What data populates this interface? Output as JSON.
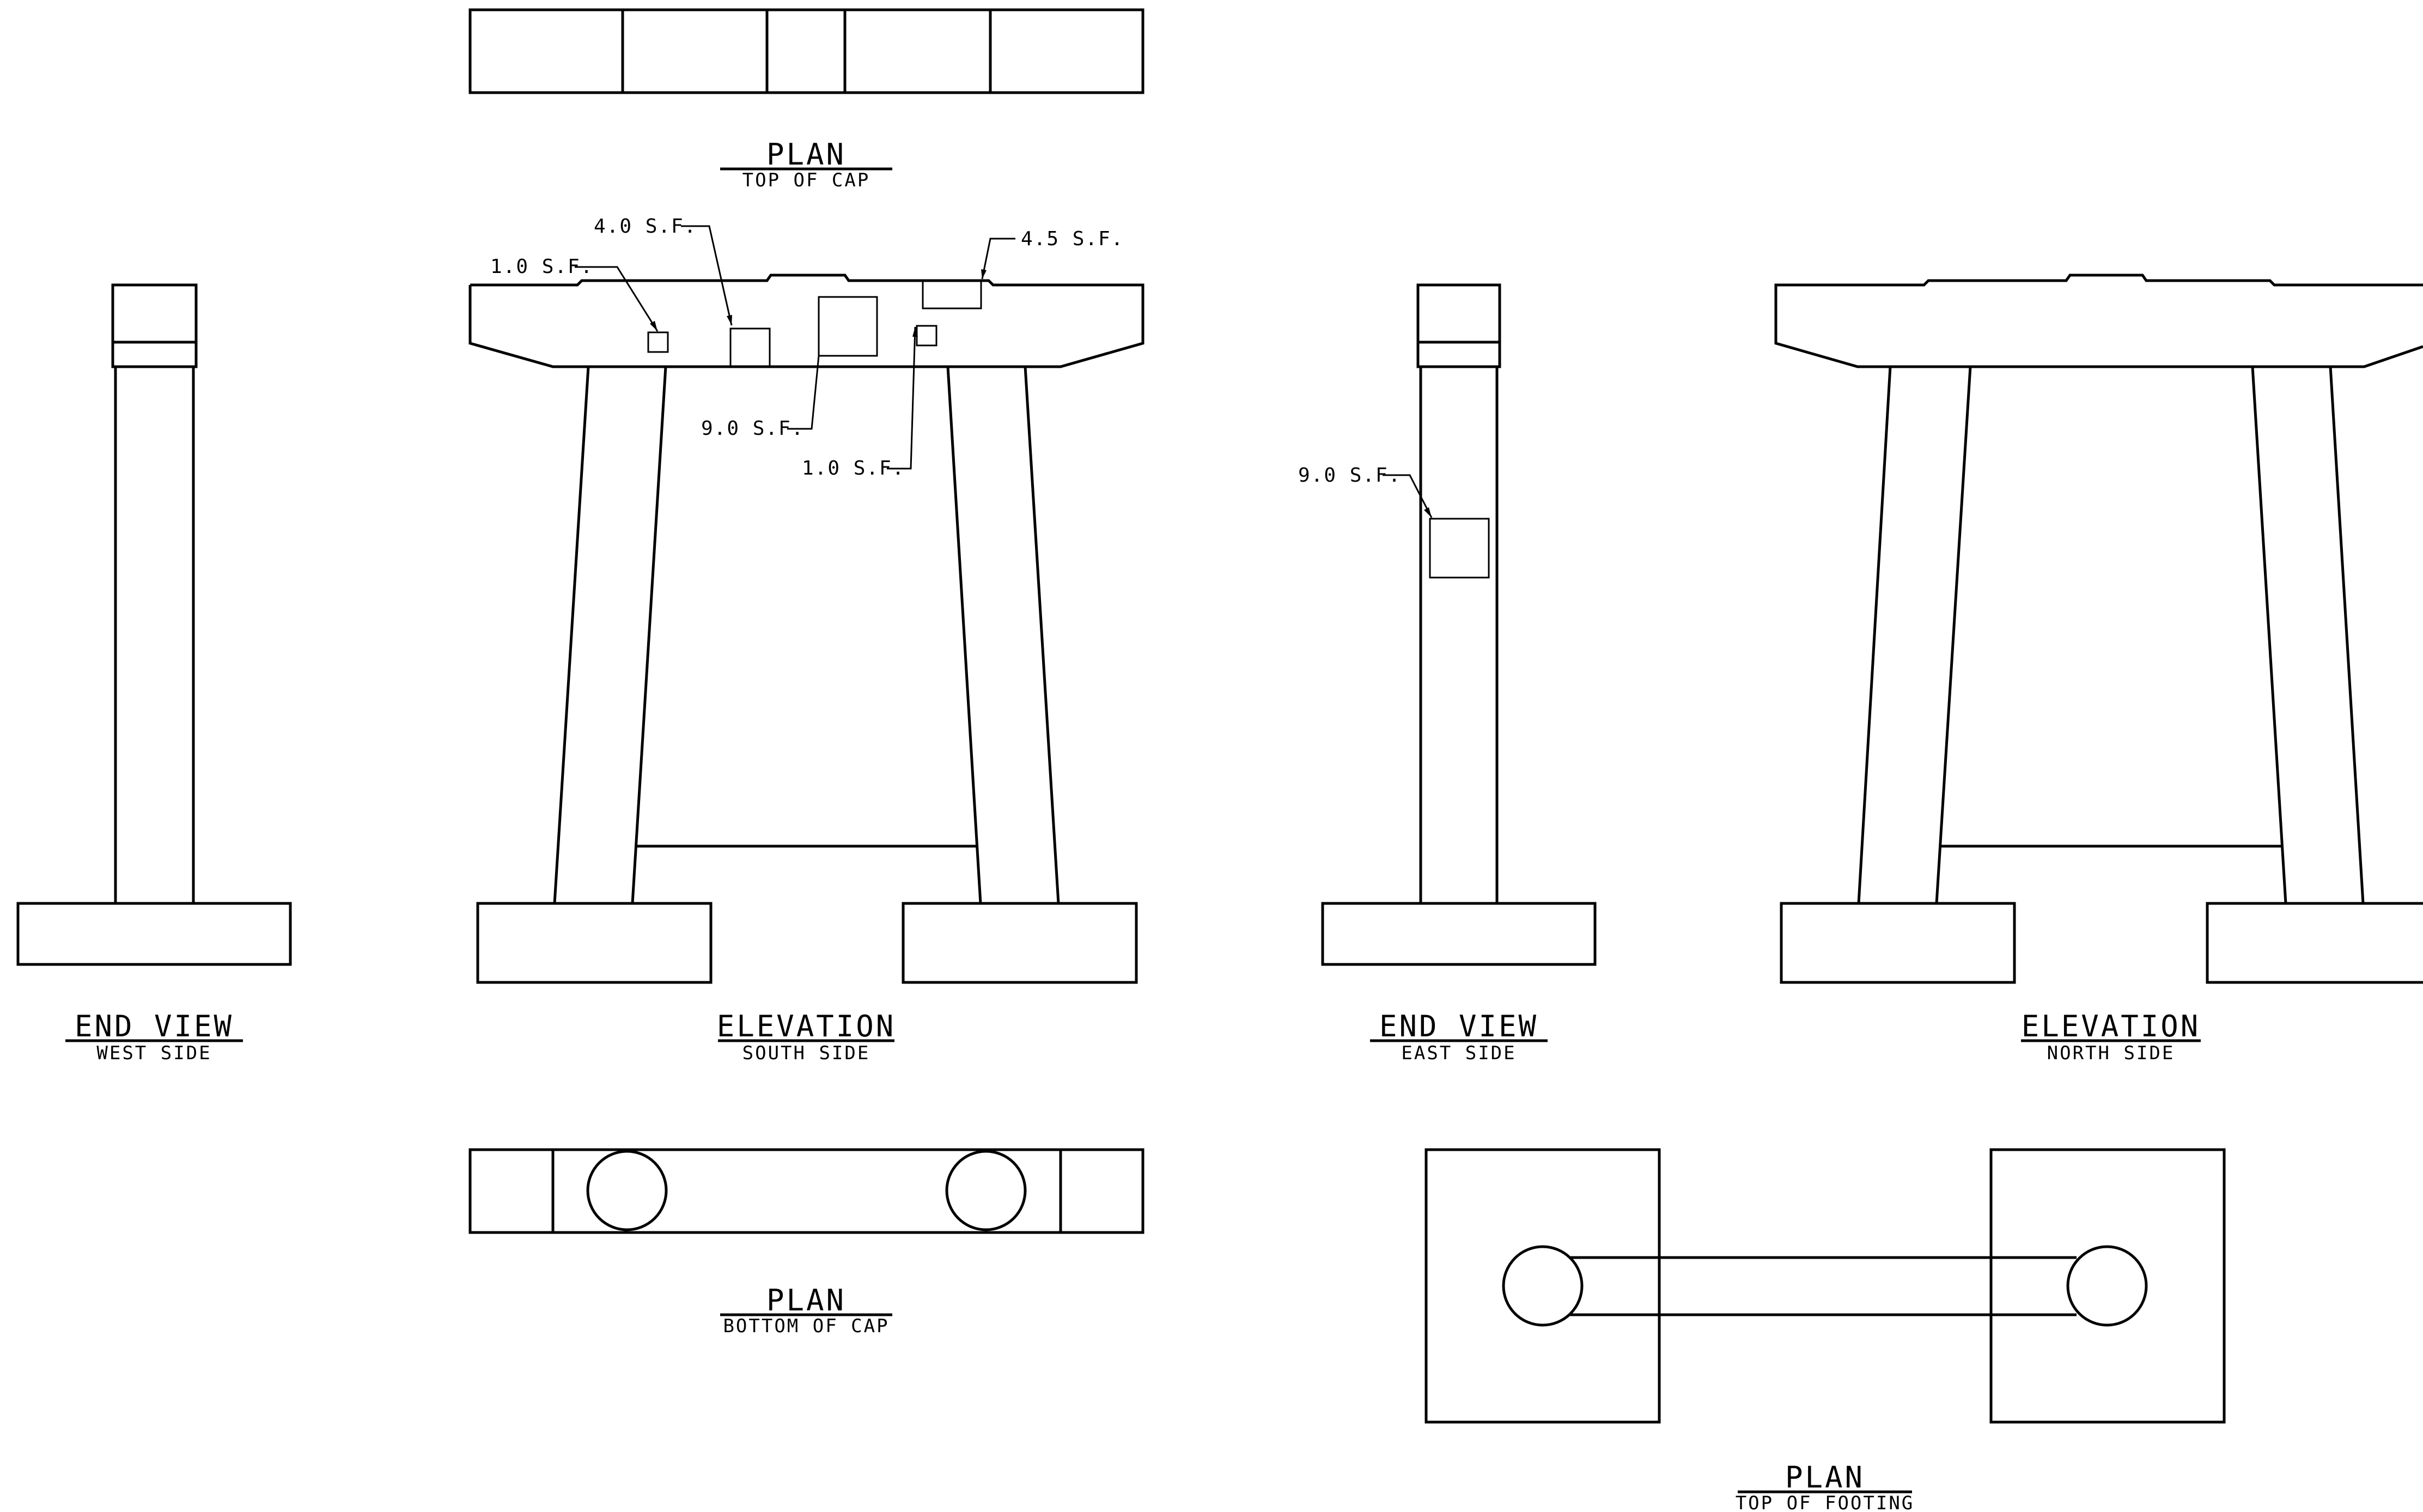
{
  "views": {
    "plan_top_cap": {
      "title": "PLAN",
      "subtitle": "TOP OF CAP"
    },
    "end_view_west": {
      "title": "END VIEW",
      "subtitle": "WEST SIDE"
    },
    "elevation_south": {
      "title": "ELEVATION",
      "subtitle": "SOUTH SIDE"
    },
    "end_view_east": {
      "title": "END VIEW",
      "subtitle": "EAST SIDE"
    },
    "elevation_north": {
      "title": "ELEVATION",
      "subtitle": "NORTH SIDE"
    },
    "plan_bottom_cap": {
      "title": "PLAN",
      "subtitle": "BOTTOM OF CAP"
    },
    "plan_top_footing": {
      "title": "PLAN",
      "subtitle": "TOP OF FOOTING"
    }
  },
  "callouts": {
    "south_a": "1.0 S.F.",
    "south_b": "4.0 S.F.",
    "south_c": "9.0 S.F.",
    "south_d": "1.0 S.F.",
    "south_e": "4.5 S.F.",
    "east_a": "9.0 S.F."
  }
}
